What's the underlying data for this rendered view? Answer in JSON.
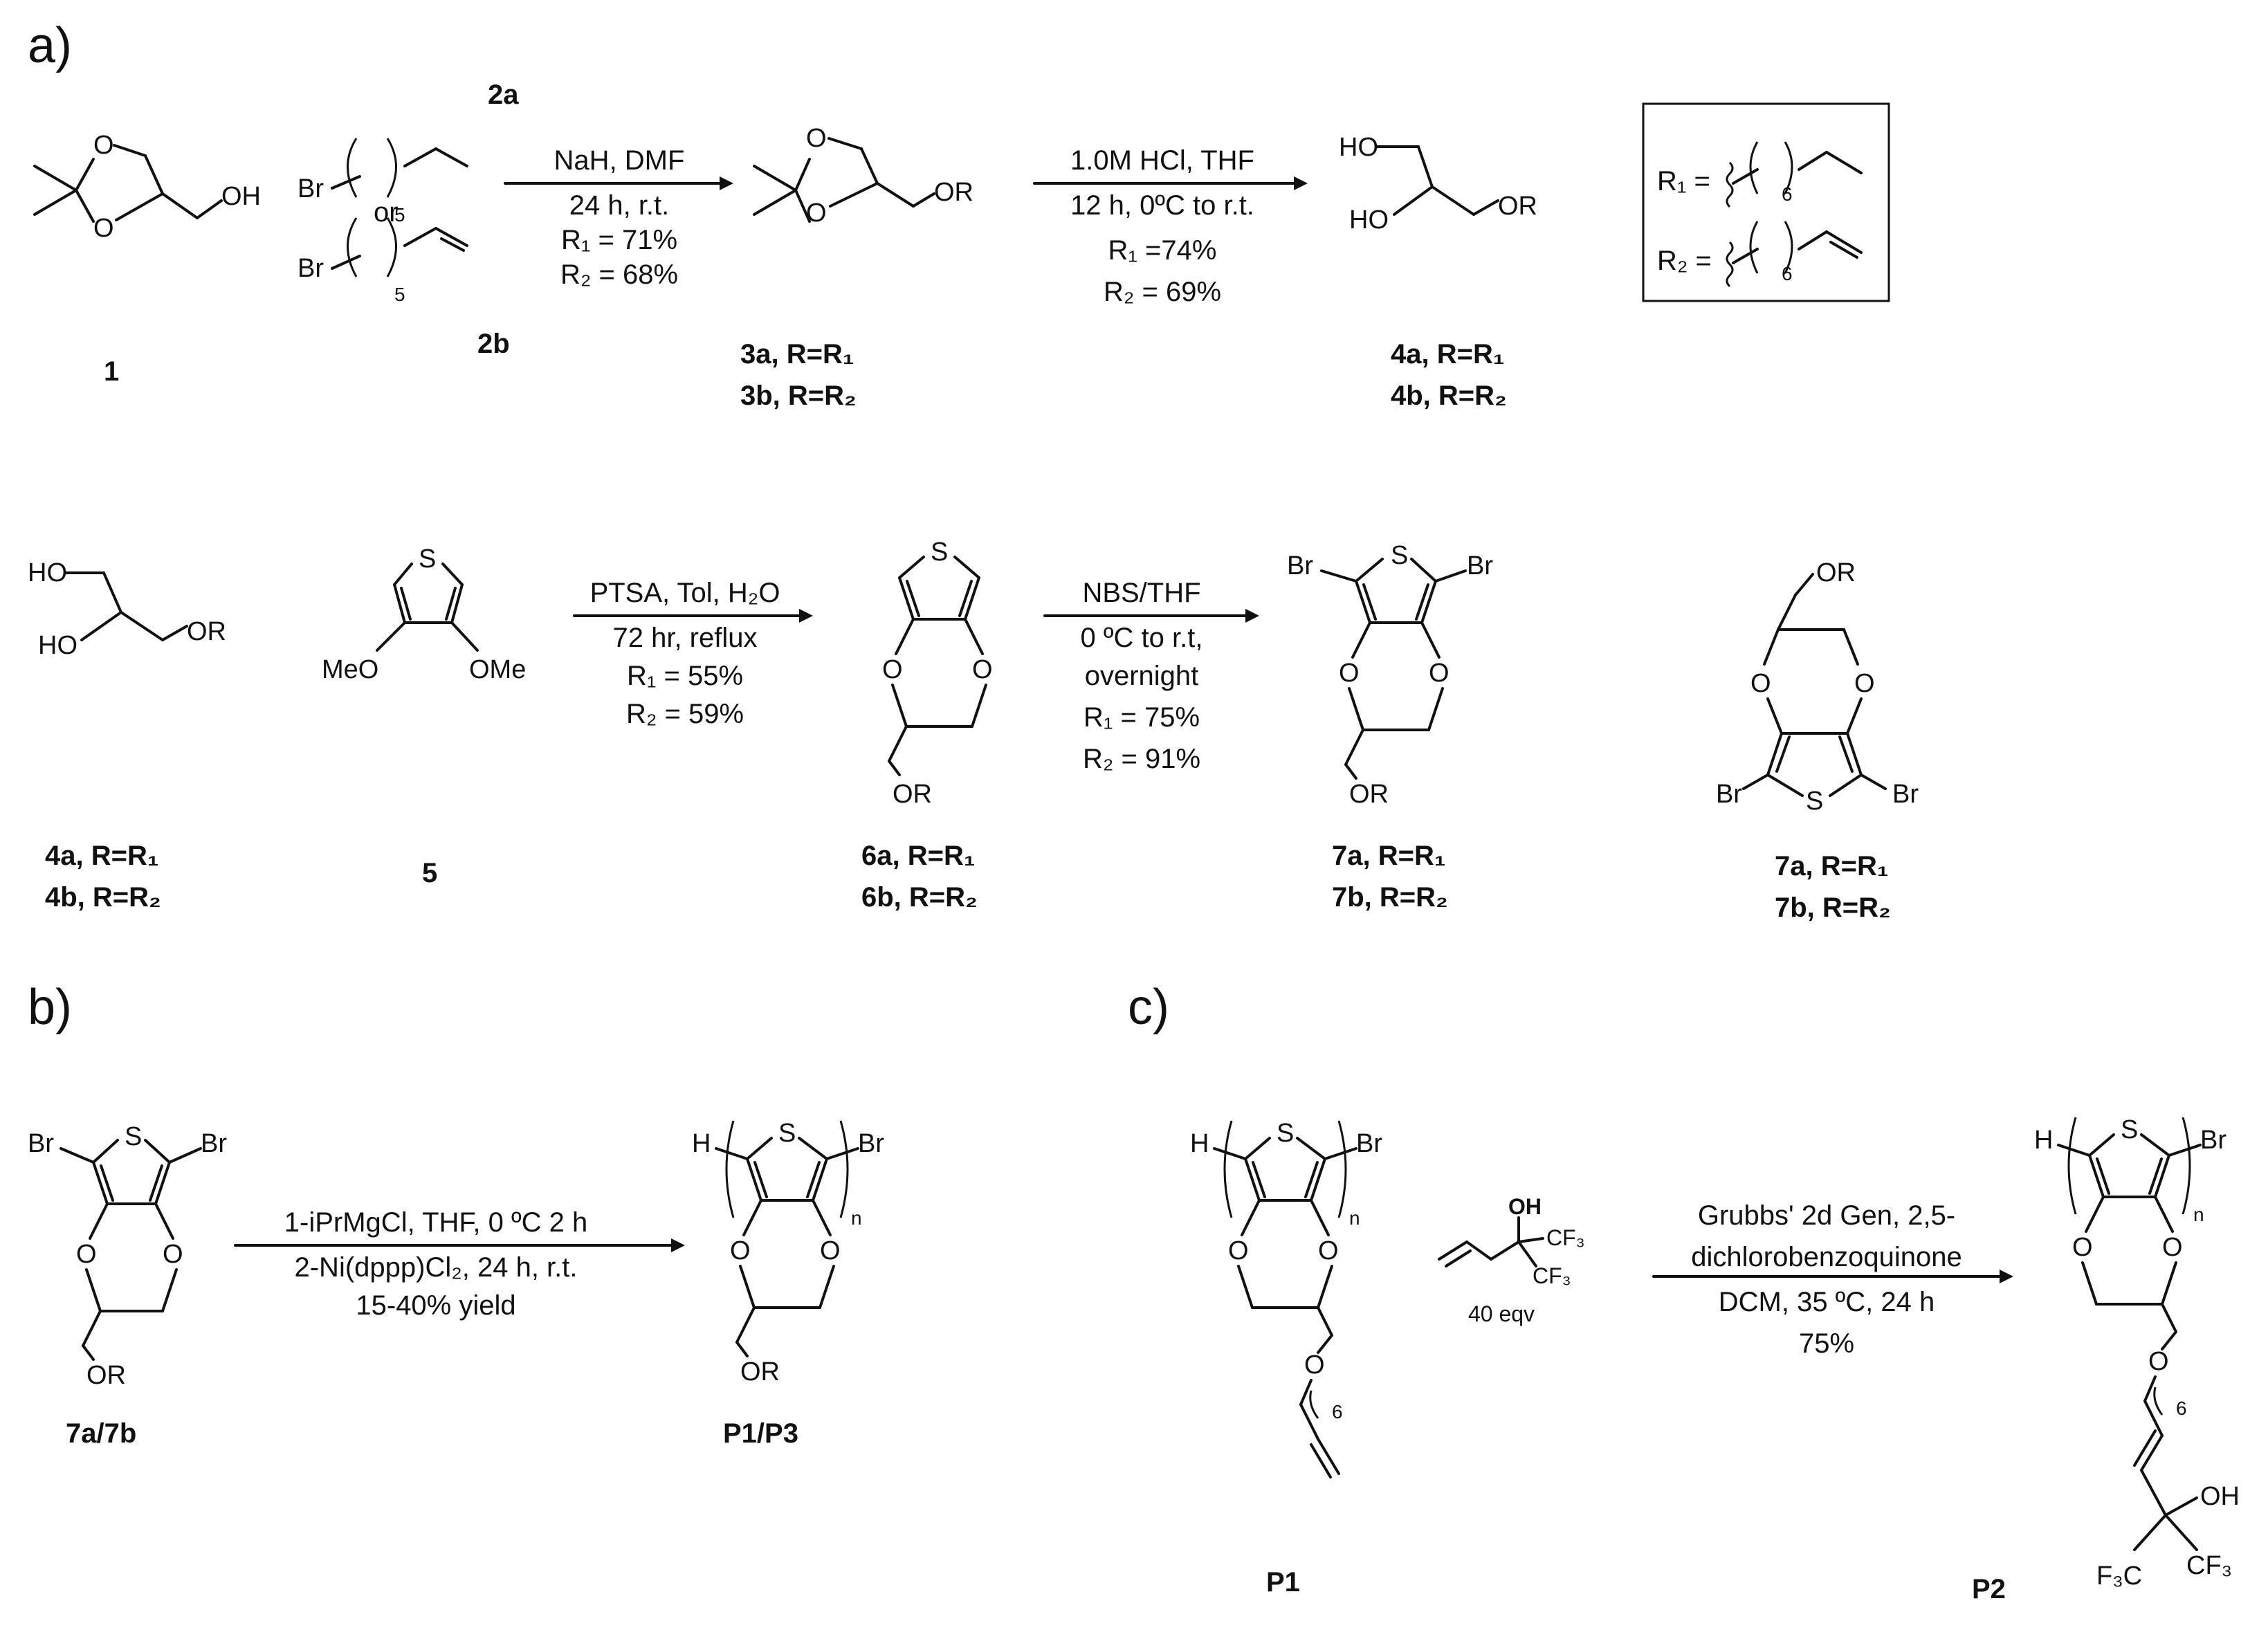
{
  "panels": {
    "a": "a)",
    "b": "b)",
    "c": "c)"
  },
  "compounds": {
    "c1": "1",
    "c2a": "2a",
    "c2b": "2b",
    "c3a": "3a,  R=R₁",
    "c3b": "3b,  R=R₂",
    "c4a": "4a,  R=R₁",
    "c4b": "4b,  R=R₂",
    "c5": "5",
    "c6a": "6a,  R=R₁",
    "c6b": "6b,  R=R₂",
    "c7a": "7a,  R=R₁",
    "c7b": "7b,  R=R₂",
    "c7ab": "7a/7b",
    "p1p3": "P1/P3",
    "p1": "P1",
    "p2": "P2"
  },
  "reagents": {
    "r1": [
      "NaH, DMF",
      "24 h, r.t.",
      "R₁ = 71%",
      "R₂ = 68%"
    ],
    "r2": [
      "1.0M HCl, THF",
      "12 h, 0ºC to r.t.",
      "R₁ =74%",
      "R₂ = 69%"
    ],
    "r3": [
      "PTSA, Tol, H₂O",
      "72 hr, reflux",
      "R₁ = 55%",
      "R₂ = 59%"
    ],
    "r4": [
      "NBS/THF",
      "0 ºC to r.t,",
      "overnight",
      "R₁ = 75%",
      "R₂ = 91%"
    ],
    "r5": [
      "1-iPrMgCl, THF, 0 ºC 2 h",
      "2-Ni(dppp)Cl₂, 24 h, r.t.",
      "15-40% yield"
    ],
    "r6": [
      "Grubbs' 2d Gen, 2,5-",
      "dichlorobenzoquinone",
      "DCM, 35 ºC, 24 h",
      "75%"
    ],
    "or": "or",
    "eqv": "40 eqv"
  },
  "legend": {
    "r1": "R₁ =",
    "r2": "R₂ =",
    "n": "6"
  },
  "atoms": {
    "O": "O",
    "OH": "OH",
    "OR": "OR",
    "HO": "HO",
    "Br": "Br",
    "S": "S",
    "H": "H",
    "MeO": "MeO",
    "OMe": "OMe",
    "CF3": "CF₃",
    "F3C": "F₃C",
    "sub5": "5",
    "sub6": "6",
    "n": "n"
  }
}
